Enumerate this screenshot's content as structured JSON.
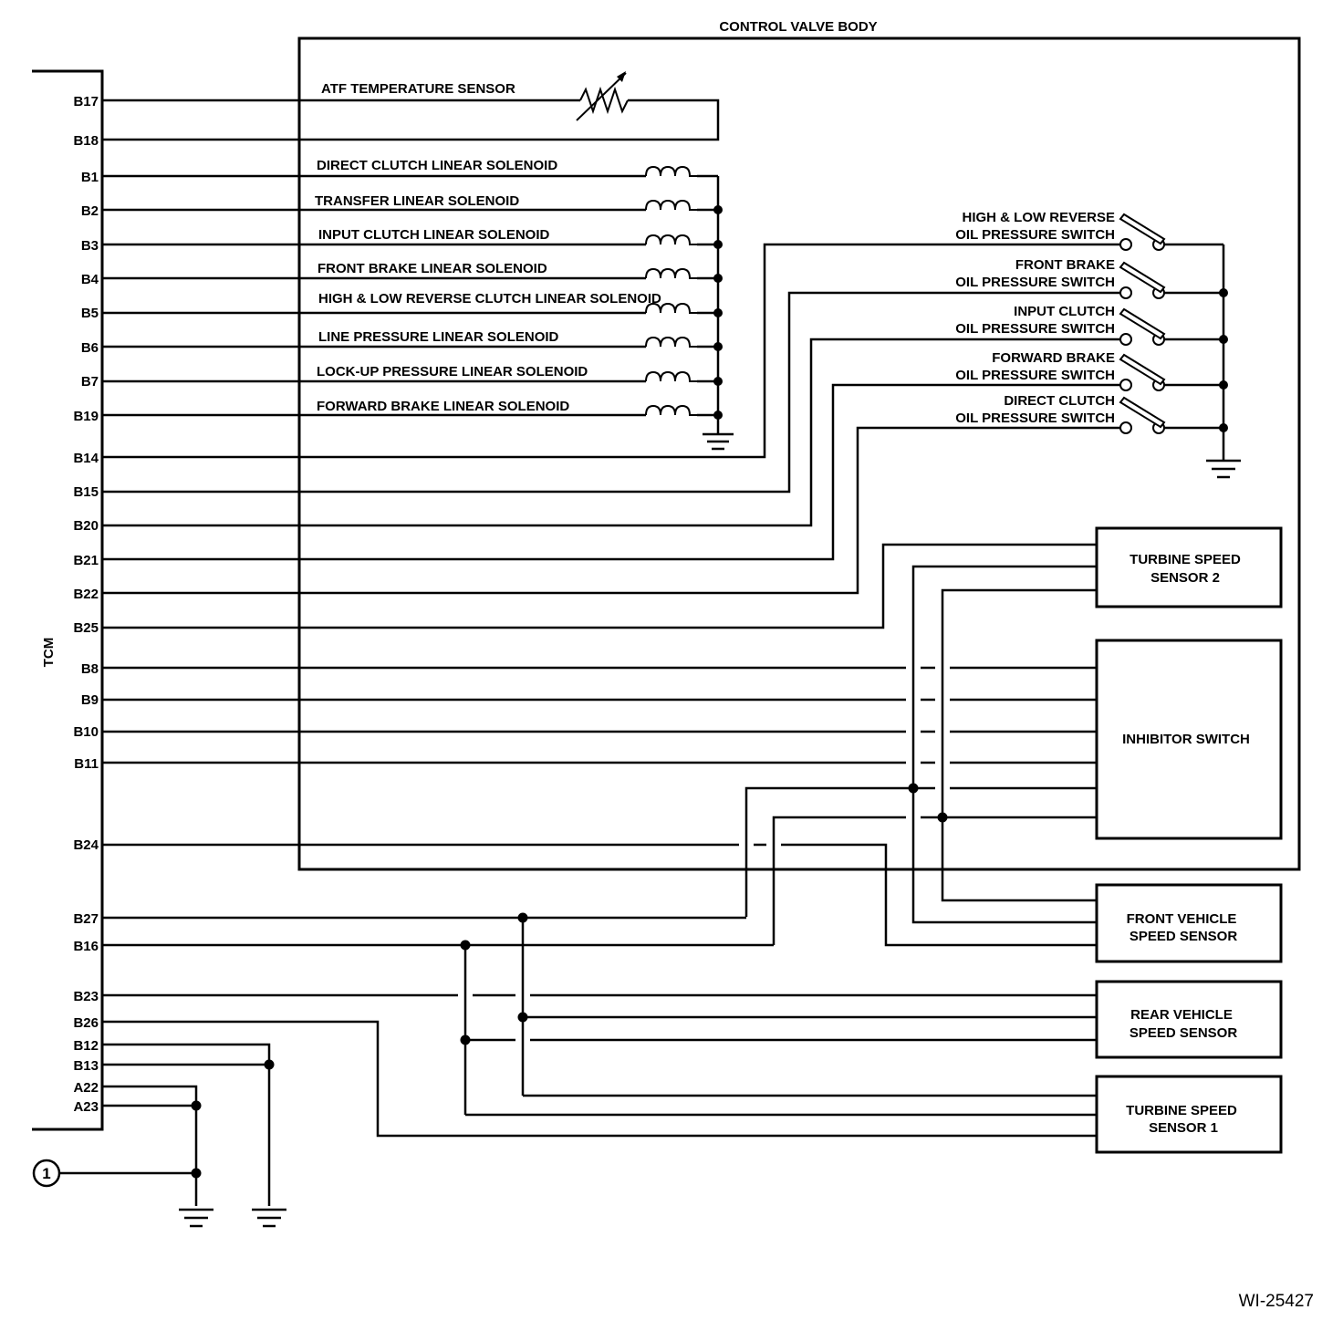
{
  "control_valve_body": "CONTROL VALVE BODY",
  "tcm_label": "TCM",
  "figure_id": "WI-25427",
  "connector_marker": "1",
  "atf_sensor": "ATF TEMPERATURE SENSOR",
  "solenoids": [
    "DIRECT CLUTCH LINEAR SOLENOID",
    "TRANSFER LINEAR SOLENOID",
    "INPUT CLUTCH LINEAR SOLENOID",
    "FRONT BRAKE LINEAR SOLENOID",
    "HIGH & LOW REVERSE CLUTCH LINEAR SOLENOID",
    "LINE PRESSURE LINEAR SOLENOID",
    "LOCK-UP PRESSURE LINEAR SOLENOID",
    "FORWARD BRAKE LINEAR SOLENOID"
  ],
  "switches": [
    {
      "l1": "HIGH & LOW REVERSE",
      "l2": "OIL PRESSURE SWITCH"
    },
    {
      "l1": "FRONT BRAKE",
      "l2": "OIL PRESSURE SWITCH"
    },
    {
      "l1": "INPUT CLUTCH",
      "l2": "OIL PRESSURE SWITCH"
    },
    {
      "l1": "FORWARD BRAKE",
      "l2": "OIL PRESSURE SWITCH"
    },
    {
      "l1": "DIRECT CLUTCH",
      "l2": "OIL PRESSURE SWITCH"
    }
  ],
  "components": {
    "turbine2": {
      "l1": "TURBINE SPEED",
      "l2": "SENSOR 2"
    },
    "inhibitor": {
      "l1": "INHIBITOR SWITCH"
    },
    "front_vss": {
      "l1": "FRONT VEHICLE",
      "l2": "SPEED SENSOR"
    },
    "rear_vss": {
      "l1": "REAR VEHICLE",
      "l2": "SPEED SENSOR"
    },
    "turbine1": {
      "l1": "TURBINE SPEED",
      "l2": "SENSOR 1"
    }
  },
  "pins": [
    "B17",
    "B18",
    "B1",
    "B2",
    "B3",
    "B4",
    "B5",
    "B6",
    "B7",
    "B19",
    "B14",
    "B15",
    "B20",
    "B21",
    "B22",
    "B25",
    "B8",
    "B9",
    "B10",
    "B11",
    "B24",
    "B27",
    "B16",
    "B23",
    "B26",
    "B12",
    "B13",
    "A22",
    "A23"
  ]
}
